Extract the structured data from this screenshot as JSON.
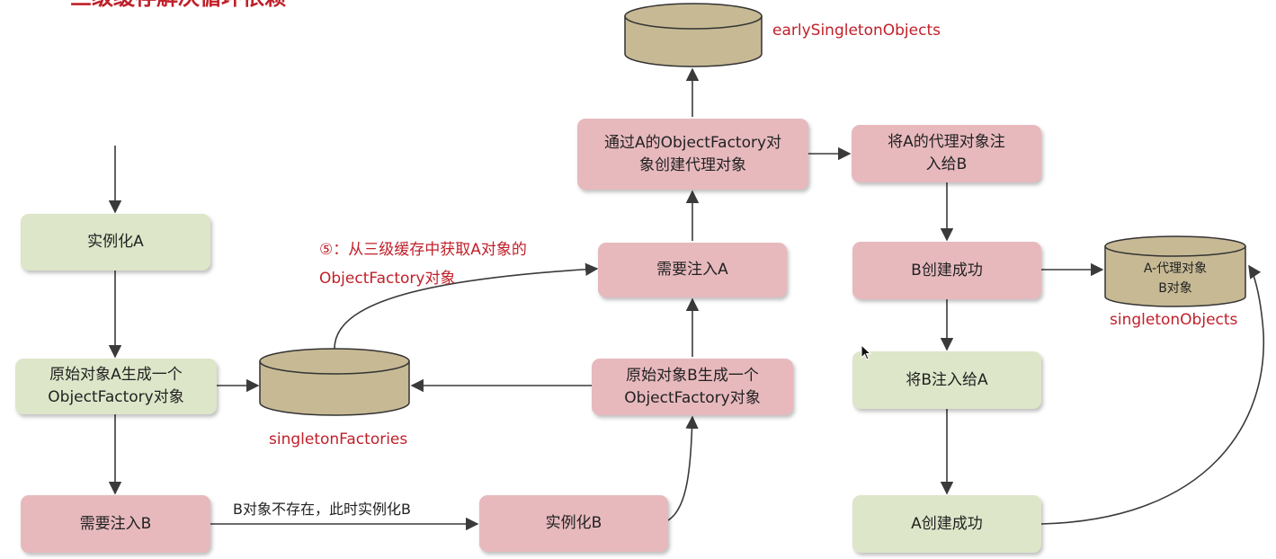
{
  "title": "三级缓存解决循环依赖",
  "nodes": {
    "instantiate_a": "实例化A",
    "raw_a_factory": "原始对象A生成一个\nObjectFactory对象",
    "need_inject_b": "需要注入B",
    "instantiate_b": "实例化B",
    "raw_b_factory": "原始对象B生成一个\nObjectFactory对象",
    "need_inject_a": "需要注入A",
    "create_proxy": "通过A的ObjectFactory对\n象创建代理对象",
    "inject_proxy_b": "将A的代理对象注\n入给B",
    "b_created": "B创建成功",
    "inject_b_a": "将B注入给A",
    "a_created": "A创建成功"
  },
  "stores": {
    "singleton_factories": "singletonFactories",
    "early_singletons": "earlySingletonObjects",
    "singleton_objects": "singletonObjects",
    "singleton_objects_content": "A-代理对象\nB对象"
  },
  "edge_labels": {
    "b_not_exist": "B对象不存在，此时实例化B",
    "step5_line1": "⑤：从三级缓存中获取A对象的",
    "step5_line2": "ObjectFactory对象"
  },
  "colors": {
    "green_box": "#dde6c8",
    "pink_box": "#e7b9bd",
    "cylinder": "#c6b994",
    "accent_red": "#c0202a",
    "line": "#3a3a3a"
  }
}
